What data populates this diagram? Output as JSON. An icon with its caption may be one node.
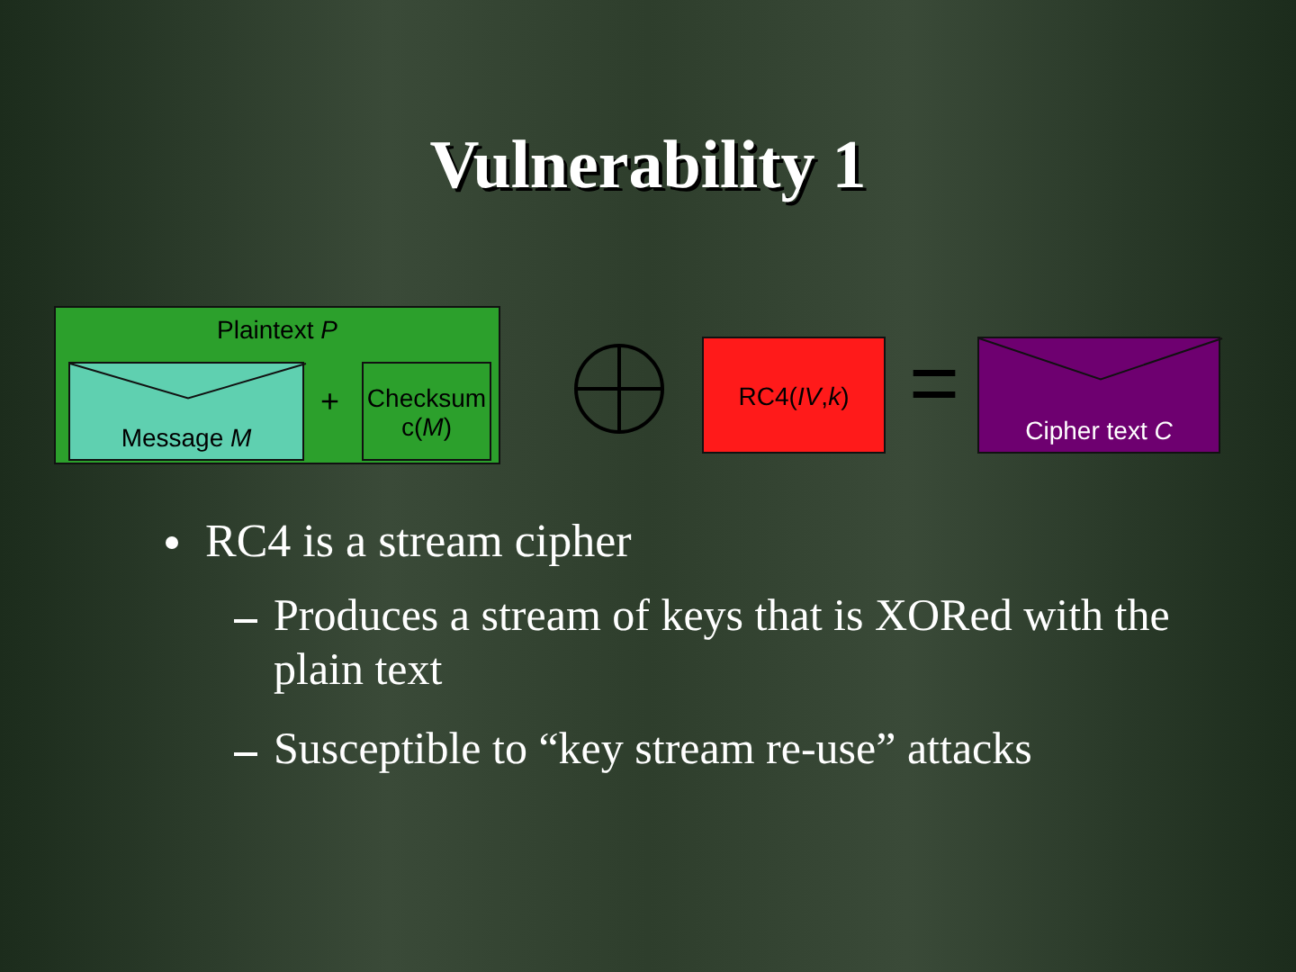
{
  "diagram": {
    "title": "Vulnerability 1",
    "nodes": [
      {
        "text": [
          "Plaintext *P*"
        ]
      },
      {
        "text": [
          "Message *M*"
        ],
        "in": 0
      },
      {
        "text": [
          "Checksum c(*M*)"
        ],
        "in": 0
      },
      {
        "text": [
          "RC4(*IV*,*k*)"
        ]
      },
      {
        "text": [
          "Cipher text *C*"
        ]
      }
    ],
    "edges": [],
    "labels": [
      "+",
      "=",
      "RC4 is a stream cipher",
      "Produces a stream of keys that is XORed with the plain text",
      "Susceptible to “key stream re-use” attacks"
    ]
  }
}
